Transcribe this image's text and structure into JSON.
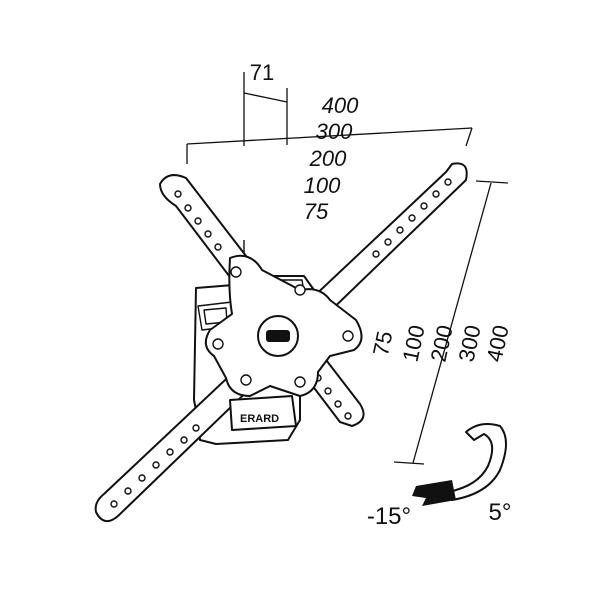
{
  "dimension_labels": {
    "spacing": "71",
    "horizontal": [
      "400",
      "300",
      "200",
      "100",
      "75"
    ],
    "vertical": [
      "75",
      "100",
      "200",
      "300",
      "400"
    ]
  },
  "tilt": {
    "down": "-15°",
    "up": "5°"
  },
  "brand": "ERARD"
}
